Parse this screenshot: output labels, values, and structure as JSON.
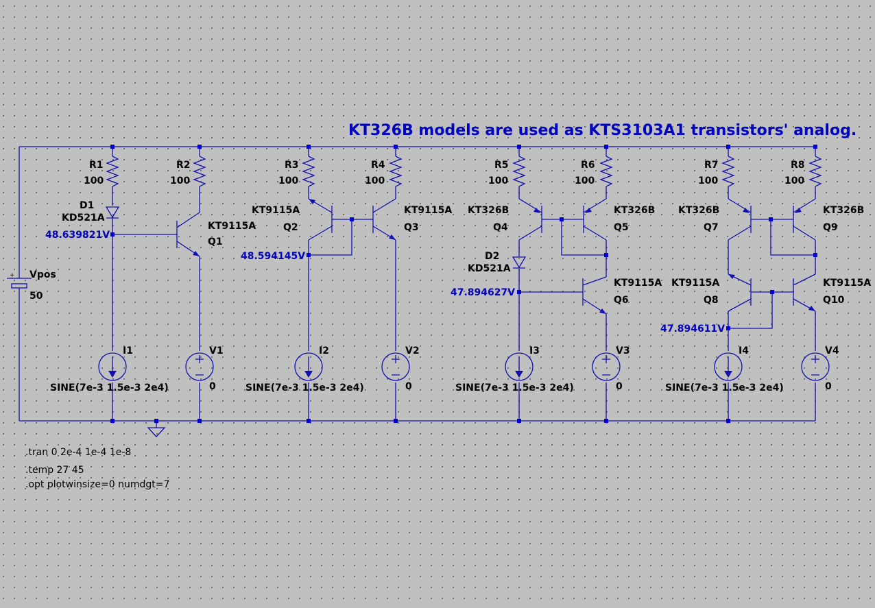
{
  "title": "KT326B models are used as KTS3103A1 transistors' analog.",
  "supply": {
    "name": "Vpos",
    "value": "50",
    "plus": "+"
  },
  "resistors": [
    {
      "name": "R1",
      "value": "100"
    },
    {
      "name": "R2",
      "value": "100"
    },
    {
      "name": "R3",
      "value": "100"
    },
    {
      "name": "R4",
      "value": "100"
    },
    {
      "name": "R5",
      "value": "100"
    },
    {
      "name": "R6",
      "value": "100"
    },
    {
      "name": "R7",
      "value": "100"
    },
    {
      "name": "R8",
      "value": "100"
    }
  ],
  "diodes": [
    {
      "name": "D1",
      "model": "KD521A"
    },
    {
      "name": "D2",
      "model": "KD521A"
    }
  ],
  "transistors": [
    {
      "name": "Q1",
      "model": "KT9115A"
    },
    {
      "name": "Q2",
      "model": "KT9115A"
    },
    {
      "name": "Q3",
      "model": "KT9115A"
    },
    {
      "name": "Q4",
      "model": "KT326B"
    },
    {
      "name": "Q5",
      "model": "KT326B"
    },
    {
      "name": "Q6",
      "model": "KT9115A"
    },
    {
      "name": "Q7",
      "model": "KT326B"
    },
    {
      "name": "Q9",
      "model": "KT326B"
    },
    {
      "name": "Q8",
      "model": "KT9115A"
    },
    {
      "name": "Q10",
      "model": "KT9115A"
    }
  ],
  "current_sources": [
    {
      "name": "I1",
      "value": "SINE(7e-3 1.5e-3 2e4)"
    },
    {
      "name": "I2",
      "value": "SINE(7e-3 1.5e-3 2e4)"
    },
    {
      "name": "I3",
      "value": "SINE(7e-3 1.5e-3 2e4)"
    },
    {
      "name": "I4",
      "value": "SINE(7e-3 1.5e-3 2e4)"
    }
  ],
  "voltage_sources": [
    {
      "name": "V1",
      "value": "0"
    },
    {
      "name": "V2",
      "value": "0"
    },
    {
      "name": "V3",
      "value": "0"
    },
    {
      "name": "V4",
      "value": "0"
    }
  ],
  "node_voltages": [
    "48.639821V",
    "48.594145V",
    "47.894627V",
    "47.894611V"
  ],
  "directives": [
    ".tran 0 2e-4 1e-4 1e-8",
    ".temp 27 45",
    ".opt plotwinsize=0 numdgt=7"
  ],
  "colors": {
    "wire": "#1010b0",
    "annotation": "#0000c0",
    "background": "#c0c0c0"
  }
}
